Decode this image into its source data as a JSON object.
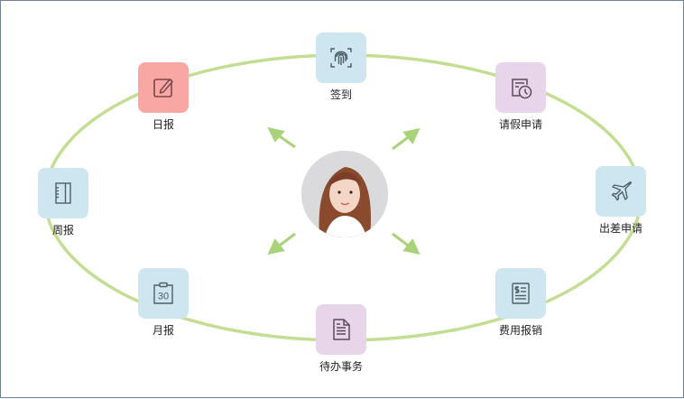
{
  "diagram": {
    "center": {
      "type": "avatar-photo",
      "alt": "user-avatar"
    },
    "ring_color": "#c3de93",
    "arrow_color": "#a9d27a",
    "nodes": [
      {
        "id": "daily-report",
        "label": "日报",
        "icon": "edit-icon",
        "bg": "#f9a7a5"
      },
      {
        "id": "check-in",
        "label": "签到",
        "icon": "fingerprint-icon",
        "bg": "#cde6ef"
      },
      {
        "id": "leave-request",
        "label": "请假申请",
        "icon": "calendar-clock-icon",
        "bg": "#e8d5ea"
      },
      {
        "id": "business-trip",
        "label": "出差申请",
        "icon": "airplane-icon",
        "bg": "#cde6ef"
      },
      {
        "id": "expense-claim",
        "label": "费用报销",
        "icon": "invoice-icon",
        "bg": "#cde6ef"
      },
      {
        "id": "todo",
        "label": "待办事务",
        "icon": "document-icon",
        "bg": "#e8d5ea"
      },
      {
        "id": "monthly-report",
        "label": "月报",
        "icon": "calendar-30-icon",
        "bg": "#cde6ef"
      },
      {
        "id": "weekly-report",
        "label": "周报",
        "icon": "notebook-icon",
        "bg": "#cde6ef"
      }
    ]
  }
}
